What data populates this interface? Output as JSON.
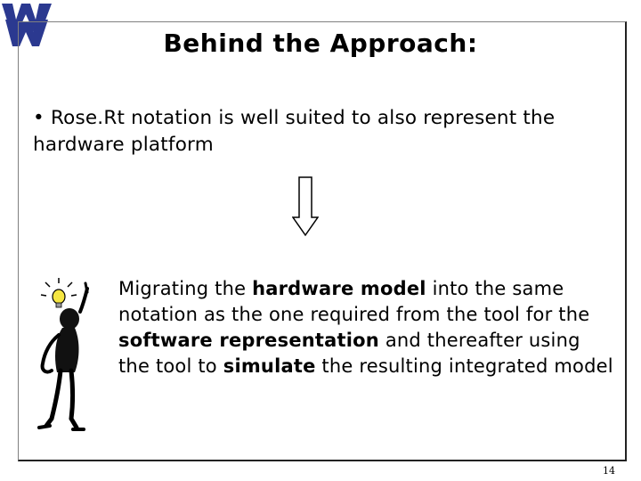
{
  "slide": {
    "title": "Behind the Approach:",
    "bullet_marker": "•",
    "bullet_text": "Rose.Rt notation is well suited to also represent the hardware platform",
    "body": {
      "part1": "Migrating the ",
      "bold1": "hardware model",
      "part2": " into the same notation as the one required from the tool for the ",
      "bold2": "software representation",
      "part3": " and thereafter using the tool to ",
      "bold3": "simulate",
      "part4": " the resulting integrated model"
    },
    "page_number": "14"
  },
  "colors": {
    "logo": "#2b3990",
    "bulb": "#f5e642",
    "frame_shadow": "#222222"
  },
  "icons": {
    "logo": "wv-logo-icon",
    "arrow": "down-arrow-icon",
    "figure": "idea-figure-icon"
  }
}
